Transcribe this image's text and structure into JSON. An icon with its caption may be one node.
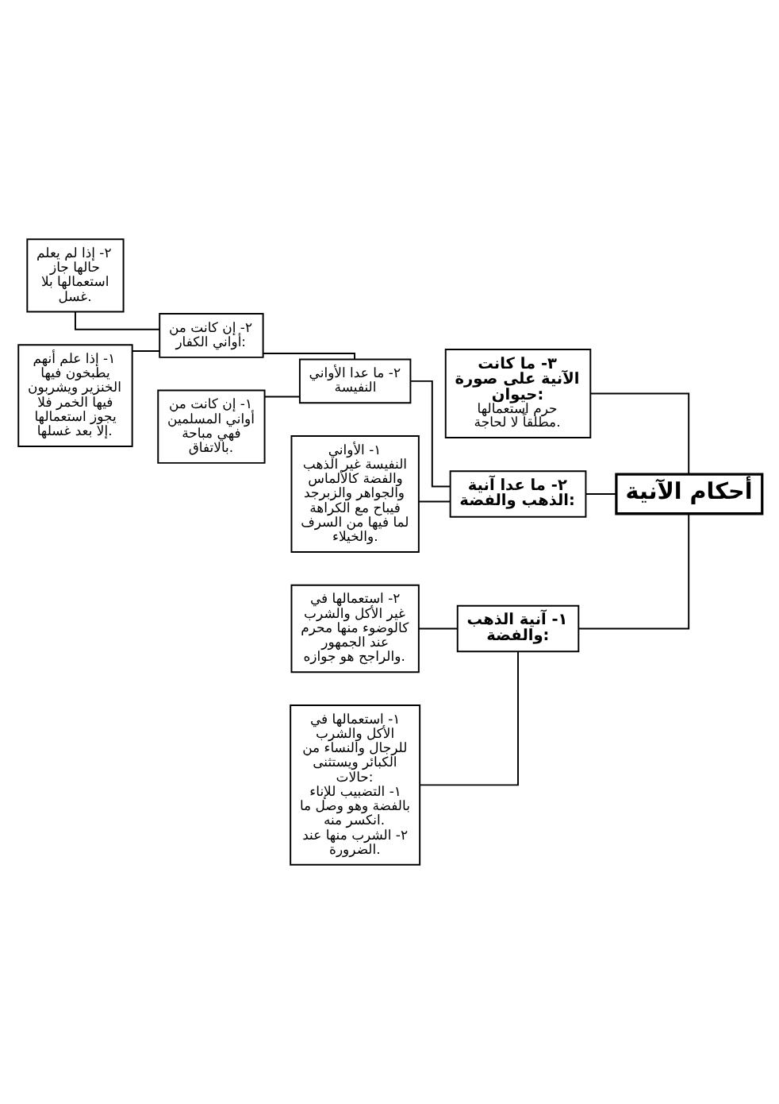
{
  "diagram": {
    "nodes": [
      {
        "text": [
          "أحكام الآنية"
        ]
      },
      {
        "text": [
          "١- آنية الذهب والفضة:"
        ]
      },
      {
        "text": [
          "٢- ما عدا آنية الذهب والفضة:"
        ]
      },
      {
        "text": [
          "٣- ما كانت الآنية على صورة حيوان:",
          "حرم استعمالها مطلقاً لا لحاجة."
        ]
      },
      {
        "text": [
          "١- استعمالها في الأكل والشرب للرجال والنساء من الكبائر ويستثنى حالات: ١- التضبيب للإناء بالفضة وهو وصل ما انكسر منه. ٢- الشرب منها عند الضرورة."
        ]
      },
      {
        "text": [
          "٢- استعمالها في غير الأكل والشرب كالوضوء منها محرم عند الجمهور والراجح هو جوازه."
        ]
      },
      {
        "text": [
          "١- الأواني النفيسة غير الذهب والفضة كالألماس والجواهر والزبرجد فيباح مع الكراهة لما فيها من السرف والخيلاء."
        ]
      },
      {
        "text": [
          "٢- ما عدا الأواني النفيسة"
        ]
      },
      {
        "text": [
          "١- إن كانت من أواني المسلمين فهي مباحة بالاتفاق."
        ]
      },
      {
        "text": [
          "٢- إن كانت من أواني الكفار:"
        ]
      },
      {
        "text": [
          "١- إذا علم أنهم يطبخون فيها الخنزير ويشربون فيها الخمر فلا يجوز استعمالها إلا بعد غسلها."
        ]
      },
      {
        "text": [
          "٢- إذا لم يعلم حالها جاز استعمالها بلا غسل."
        ]
      }
    ],
    "edges": [
      {
        "from": 0,
        "to": 1,
        "arrow": "none"
      },
      {
        "from": 0,
        "to": 2,
        "arrow": "none"
      },
      {
        "from": 0,
        "to": 3,
        "arrow": "none"
      },
      {
        "from": 1,
        "to": 4,
        "arrow": "none"
      },
      {
        "from": 1,
        "to": 5,
        "arrow": "none"
      },
      {
        "from": 2,
        "to": 6,
        "arrow": "none"
      },
      {
        "from": 2,
        "to": 7,
        "arrow": "none"
      },
      {
        "from": 7,
        "to": 8,
        "arrow": "none"
      },
      {
        "from": 7,
        "to": 9,
        "arrow": "none"
      },
      {
        "from": 9,
        "to": 10,
        "arrow": "none"
      },
      {
        "from": 9,
        "to": 11,
        "arrow": "none"
      }
    ]
  }
}
